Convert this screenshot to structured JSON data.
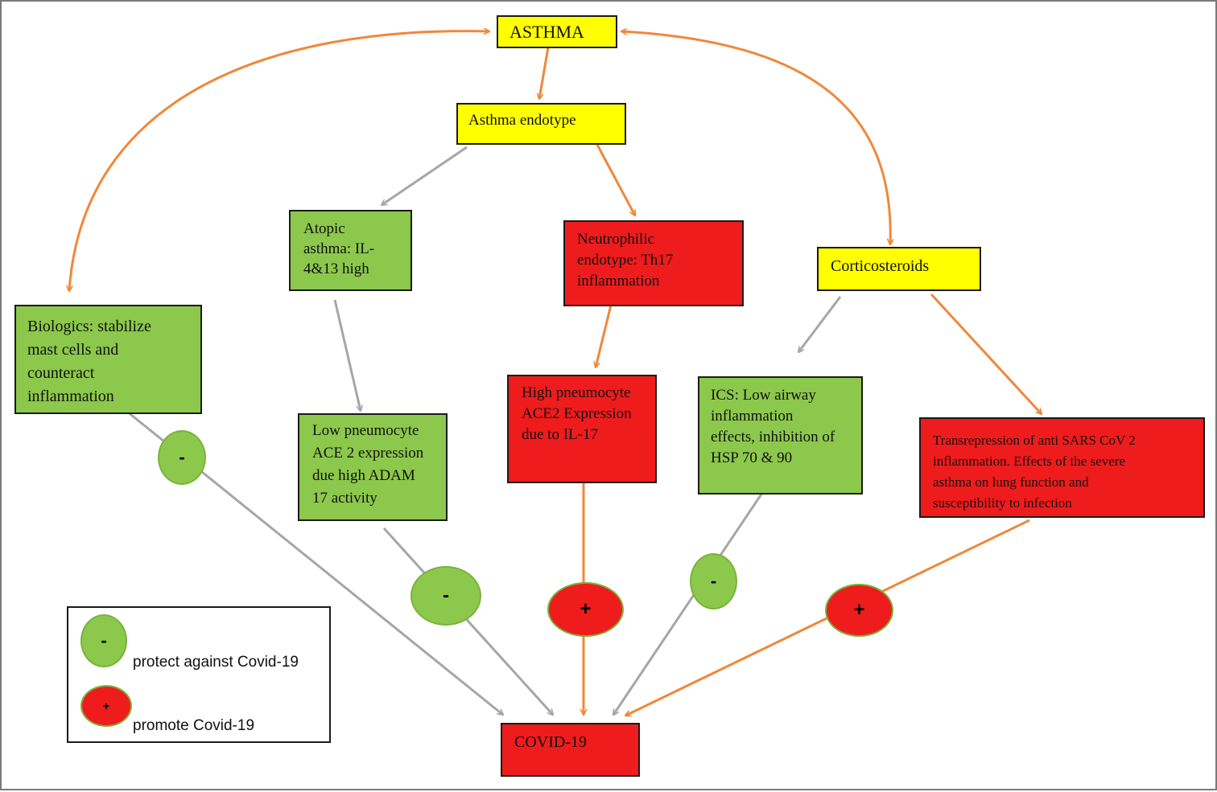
{
  "nodes": {
    "asthma": "ASTHMA",
    "endotype": "Asthma endotype",
    "atopic": "Atopic\nasthma: IL-\n4&13 high",
    "neutrophilic": "Neutrophilic\nendotype: Th17\ninflammation",
    "corticosteroids": "Corticosteroids",
    "biologics": "Biologics: stabilize\nmast cells and\ncounteract\ninflammation",
    "low_ace2": "Low pneumocyte\nACE 2 expression\ndue high ADAM\n17 activity",
    "high_ace2": "High pneumocyte\nACE2 Expression\ndue to IL-17",
    "ics": "ICS: Low airway\ninflammation\neffects, inhibition of\nHSP 70 & 90",
    "transrepression": "Transrepression of anti SARS CoV 2\ninflammation. Effects of the severe\nasthma on lung function and\nsusceptibility to infection",
    "covid": "COVID-19"
  },
  "badges": {
    "minus": "-",
    "plus": "+"
  },
  "legend": {
    "minus_symbol": "-",
    "minus_label": "protect against Covid-19",
    "plus_symbol": "+",
    "plus_label": "promote Covid-19"
  },
  "colors": {
    "yellow": "#ffff00",
    "green": "#8cc84b",
    "red": "#ee1c1c",
    "orange_arrow": "#f0883a",
    "gray_arrow": "#a6a6a6"
  }
}
